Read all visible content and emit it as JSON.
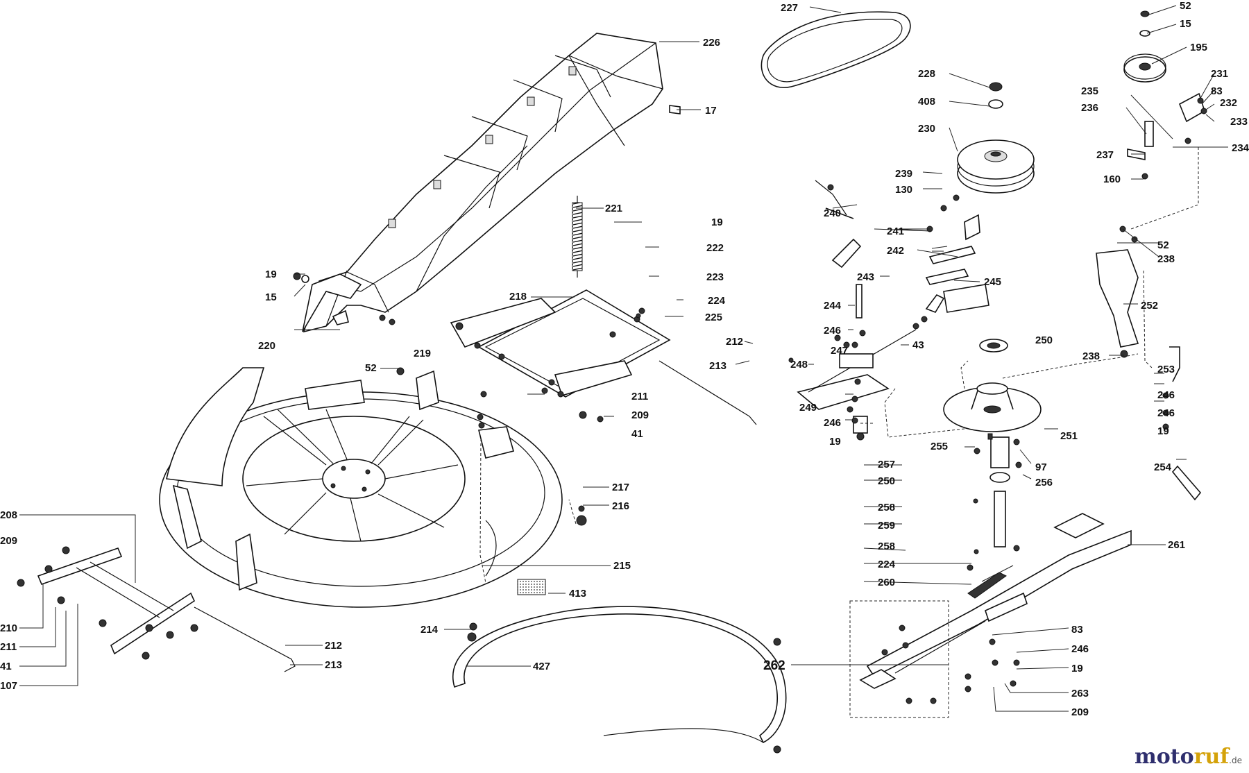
{
  "parts": [
    {
      "id": "p52a",
      "label": "52"
    },
    {
      "id": "p15a",
      "label": "15"
    },
    {
      "id": "p195",
      "label": "195"
    },
    {
      "id": "p227",
      "label": "227"
    },
    {
      "id": "p226",
      "label": "226"
    },
    {
      "id": "p17",
      "label": "17"
    },
    {
      "id": "p228",
      "label": "228"
    },
    {
      "id": "p408",
      "label": "408"
    },
    {
      "id": "p230",
      "label": "230"
    },
    {
      "id": "p231",
      "label": "231"
    },
    {
      "id": "p83a",
      "label": "83"
    },
    {
      "id": "p232",
      "label": "232"
    },
    {
      "id": "p233",
      "label": "233"
    },
    {
      "id": "p235",
      "label": "235"
    },
    {
      "id": "p236",
      "label": "236"
    },
    {
      "id": "p234",
      "label": "234"
    },
    {
      "id": "p237",
      "label": "237"
    },
    {
      "id": "p160",
      "label": "160"
    },
    {
      "id": "p239",
      "label": "239"
    },
    {
      "id": "p130",
      "label": "130"
    },
    {
      "id": "p240",
      "label": "240"
    },
    {
      "id": "p241",
      "label": "241"
    },
    {
      "id": "p242",
      "label": "242"
    },
    {
      "id": "p52b",
      "label": "52"
    },
    {
      "id": "p238a",
      "label": "238"
    },
    {
      "id": "p19a",
      "label": "19"
    },
    {
      "id": "p15b",
      "label": "15"
    },
    {
      "id": "p221",
      "label": "221"
    },
    {
      "id": "p19b",
      "label": "19"
    },
    {
      "id": "p222",
      "label": "222"
    },
    {
      "id": "p223",
      "label": "223"
    },
    {
      "id": "p218",
      "label": "218"
    },
    {
      "id": "p224a",
      "label": "224"
    },
    {
      "id": "p225",
      "label": "225"
    },
    {
      "id": "p243",
      "label": "243"
    },
    {
      "id": "p245",
      "label": "245"
    },
    {
      "id": "p244",
      "label": "244"
    },
    {
      "id": "p252",
      "label": "252"
    },
    {
      "id": "p220",
      "label": "220"
    },
    {
      "id": "p246a",
      "label": "246"
    },
    {
      "id": "p43",
      "label": "43"
    },
    {
      "id": "p250a",
      "label": "250"
    },
    {
      "id": "p212a",
      "label": "212"
    },
    {
      "id": "p219",
      "label": "219"
    },
    {
      "id": "p247",
      "label": "247"
    },
    {
      "id": "p238b",
      "label": "238"
    },
    {
      "id": "p213a",
      "label": "213"
    },
    {
      "id": "p52c",
      "label": "52"
    },
    {
      "id": "p248",
      "label": "248"
    },
    {
      "id": "p253",
      "label": "253"
    },
    {
      "id": "p211a",
      "label": "211"
    },
    {
      "id": "p246b",
      "label": "246"
    },
    {
      "id": "p249",
      "label": "249"
    },
    {
      "id": "p246c",
      "label": "246"
    },
    {
      "id": "p209a",
      "label": "209"
    },
    {
      "id": "p41a",
      "label": "41"
    },
    {
      "id": "p246d",
      "label": "246"
    },
    {
      "id": "p251",
      "label": "251"
    },
    {
      "id": "p19c",
      "label": "19"
    },
    {
      "id": "p19d",
      "label": "19"
    },
    {
      "id": "p255",
      "label": "255"
    },
    {
      "id": "p257",
      "label": "257"
    },
    {
      "id": "p97",
      "label": "97"
    },
    {
      "id": "p254",
      "label": "254"
    },
    {
      "id": "p250b",
      "label": "250"
    },
    {
      "id": "p256",
      "label": "256"
    },
    {
      "id": "p217",
      "label": "217"
    },
    {
      "id": "p216",
      "label": "216"
    },
    {
      "id": "p208",
      "label": "208"
    },
    {
      "id": "p258a",
      "label": "258"
    },
    {
      "id": "p259",
      "label": "259"
    },
    {
      "id": "p209b",
      "label": "209"
    },
    {
      "id": "p261",
      "label": "261"
    },
    {
      "id": "p258b",
      "label": "258"
    },
    {
      "id": "p224b",
      "label": "224"
    },
    {
      "id": "p215",
      "label": "215"
    },
    {
      "id": "p260",
      "label": "260"
    },
    {
      "id": "p413",
      "label": "413"
    },
    {
      "id": "p210",
      "label": "210"
    },
    {
      "id": "p214",
      "label": "214"
    },
    {
      "id": "p83b",
      "label": "83"
    },
    {
      "id": "p211b",
      "label": "211"
    },
    {
      "id": "p212b",
      "label": "212"
    },
    {
      "id": "p246e",
      "label": "246"
    },
    {
      "id": "p41b",
      "label": "41"
    },
    {
      "id": "p213b",
      "label": "213"
    },
    {
      "id": "p427",
      "label": "427"
    },
    {
      "id": "p19e",
      "label": "19"
    },
    {
      "id": "p262",
      "label": "262"
    },
    {
      "id": "p107",
      "label": "107"
    },
    {
      "id": "p263",
      "label": "263"
    },
    {
      "id": "p209c",
      "label": "209"
    }
  ],
  "brand": {
    "main_a": "moto",
    "main_b": "ruf",
    "suffix": ".de"
  }
}
